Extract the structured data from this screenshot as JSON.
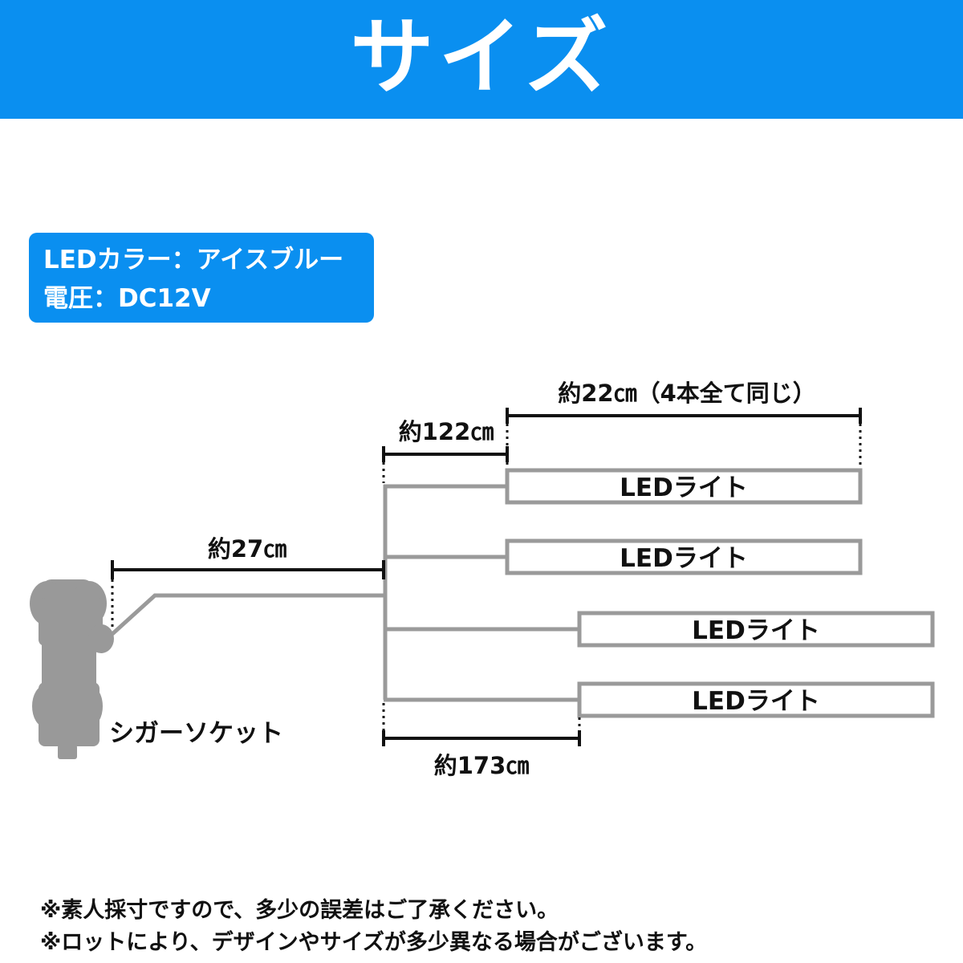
{
  "header": {
    "title": "サイズ"
  },
  "spec": {
    "line1": "LEDカラー：アイスブルー",
    "line2": "電圧：DC12V"
  },
  "colors": {
    "accent": "#0a8ff0",
    "wire": "#9a9a9a",
    "bar_stroke": "#9a9a9a"
  },
  "diagram": {
    "socket_label": "シガーソケット",
    "dims": {
      "socket_to_branch": "約27㎝",
      "branch_to_upper_lights": "約122㎝",
      "light_length": "約22㎝（4本全て同じ）",
      "branch_to_lower_lights": "約173㎝"
    },
    "lights": [
      "LEDライト",
      "LEDライト",
      "LEDライト",
      "LEDライト"
    ]
  },
  "notes": [
    "※素人採寸ですので、多少の誤差はご了承ください。",
    "※ロットにより、デザインやサイズが多少異なる場合がございます。"
  ]
}
